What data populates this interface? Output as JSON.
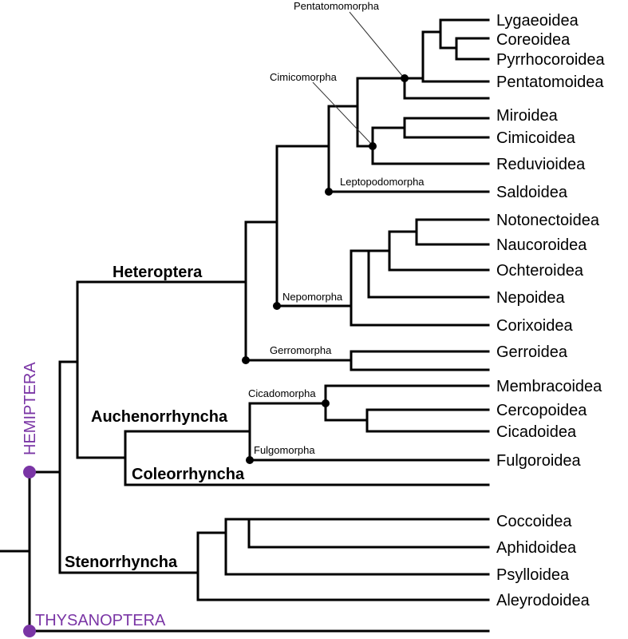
{
  "orders": {
    "hemiptera": "HEMIPTERA",
    "thysanoptera": "THYSANOPTERA"
  },
  "suborders": {
    "heteroptera": "Heteroptera",
    "auchenorrhyncha": "Auchenorrhyncha",
    "coleorrhyncha": "Coleorrhyncha",
    "stenorrhyncha": "Stenorrhyncha"
  },
  "infraorders": {
    "pentatomomorpha": "Pentatomomorpha",
    "cimicomorpha": "Cimicomorpha",
    "leptopodomorpha": "Leptopodomorpha",
    "nepomorpha": "Nepomorpha",
    "gerromorpha": "Gerromorpha",
    "cicadomorpha": "Cicadomorpha",
    "fulgomorpha": "Fulgomorpha"
  },
  "taxa": [
    "Lygaeoidea",
    "Coreoidea",
    "Pyrrhocoroidea",
    "Pentatomoidea",
    "Miroidea",
    "Cimicoidea",
    "Reduvioidea",
    "Saldoidea",
    "Notonectoidea",
    "Naucoroidea",
    "Ochteroidea",
    "Nepoidea",
    "Corixoidea",
    "Gerroidea",
    "Membracoidea",
    "Cercopoidea",
    "Cicadoidea",
    "Fulgoroidea",
    "Coccoidea",
    "Aphidoidea",
    "Psylloidea",
    "Aleyrodoidea"
  ],
  "colors": {
    "order_accent": "#7a35a5",
    "branch": "#000000"
  }
}
